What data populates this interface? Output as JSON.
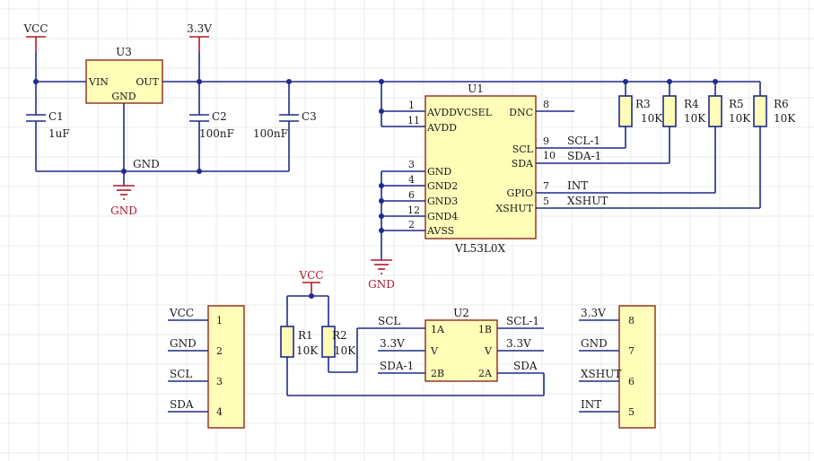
{
  "colors": {
    "wire": "#1e2a8c",
    "power": "#b2182b",
    "chip_fill": "#fffdb8",
    "chip_border": "#8b2a1a"
  },
  "power": {
    "vcc": "VCC",
    "v33": "3.3V",
    "gnd": "GND"
  },
  "u3": {
    "ref": "U3",
    "vin": "VIN",
    "out": "OUT",
    "gnd": "GND"
  },
  "caps": {
    "c1": {
      "ref": "C1",
      "value": "1uF"
    },
    "c2": {
      "ref": "C2",
      "value": "100nF"
    },
    "c3": {
      "ref": "C3",
      "value": "100nF"
    }
  },
  "gnd_net": "GND",
  "u1": {
    "ref": "U1",
    "part": "VL53L0X",
    "left_pins": [
      {
        "num": "1",
        "name": "AVDDVCSEL"
      },
      {
        "num": "11",
        "name": "AVDD"
      },
      {
        "num": "3",
        "name": "GND"
      },
      {
        "num": "4",
        "name": "GND2"
      },
      {
        "num": "6",
        "name": "GND3"
      },
      {
        "num": "12",
        "name": "GND4"
      },
      {
        "num": "2",
        "name": "AVSS"
      }
    ],
    "right_pins": [
      {
        "num": "8",
        "name": "DNC",
        "net": ""
      },
      {
        "num": "9",
        "name": "SCL",
        "net": "SCL-1"
      },
      {
        "num": "10",
        "name": "SDA",
        "net": "SDA-1"
      },
      {
        "num": "7",
        "name": "GPIO",
        "net": "INT"
      },
      {
        "num": "5",
        "name": "XSHUT",
        "net": "XSHUT"
      }
    ]
  },
  "pullups": [
    {
      "ref": "R3",
      "value": "10K"
    },
    {
      "ref": "R4",
      "value": "10K"
    },
    {
      "ref": "R5",
      "value": "10K"
    },
    {
      "ref": "R6",
      "value": "10K"
    }
  ],
  "r1": {
    "ref": "R1",
    "value": "10K"
  },
  "r2": {
    "ref": "R2",
    "value": "10K"
  },
  "u2": {
    "ref": "U2",
    "pins": [
      {
        "left": "1A",
        "right": "1B",
        "net_left": "SCL",
        "net_right": "SCL-1"
      },
      {
        "left": "V",
        "right": "V",
        "net_left": "3.3V",
        "net_right": "3.3V"
      },
      {
        "left": "2B",
        "right": "2A",
        "net_left": "SDA-1",
        "net_right": "SDA"
      }
    ]
  },
  "conn_left": [
    {
      "num": "1",
      "label": "VCC"
    },
    {
      "num": "2",
      "label": "GND"
    },
    {
      "num": "3",
      "label": "SCL"
    },
    {
      "num": "4",
      "label": "SDA"
    }
  ],
  "conn_right": [
    {
      "num": "8",
      "label": "3.3V"
    },
    {
      "num": "7",
      "label": "GND"
    },
    {
      "num": "6",
      "label": "XSHUT"
    },
    {
      "num": "5",
      "label": "INT"
    }
  ]
}
